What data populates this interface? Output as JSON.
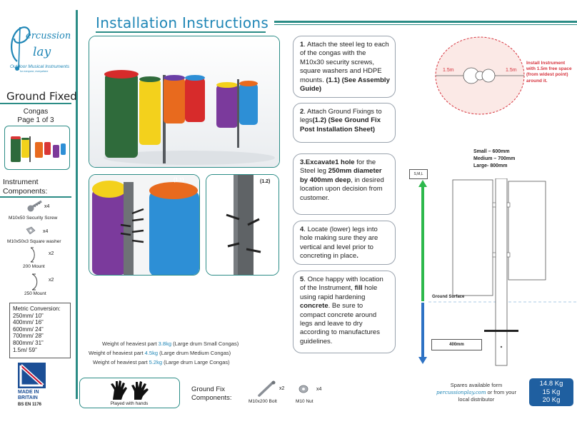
{
  "header": {
    "title": "Installation Instructions"
  },
  "brand": {
    "logo_word_top": "ercussion",
    "logo_word_bottom": "lay",
    "logo_subtitle": "Outdoor Musical Instruments",
    "logo_tagline": "for everyone, everywhere"
  },
  "product": {
    "type": "Ground Fixed",
    "name": "Congas",
    "page": "Page 1 of 3"
  },
  "components": {
    "title_line1": "Instrument",
    "title_line2": "Components:",
    "items": [
      {
        "label": "M10x50 Security Screw",
        "qty": "x4"
      },
      {
        "label": "M10x50x3 Square washer",
        "qty": "x4"
      },
      {
        "label": "200 Mount",
        "qty": "x2"
      },
      {
        "label": "250 Mount",
        "qty": "x2"
      }
    ]
  },
  "metric": {
    "title": "Metric Conversion:",
    "rows": [
      "250mm/ 10”",
      "400mm/ 16”",
      "600mm/ 24”",
      "700mm/ 28”",
      "800mm/ 31”",
      "1.5m/ 59”"
    ]
  },
  "badge": {
    "made_in": "MADE IN",
    "britain": "BRITAIN",
    "standard": "BS EN 1176"
  },
  "figures": {
    "tag_1_1": "(1.1)",
    "tag_1_2": "(1.2)"
  },
  "weights": [
    {
      "prefix": "Weight of heaviest part ",
      "value": "3.8kg",
      "suffix": " (Large drum Small Congas)"
    },
    {
      "prefix": "Weight of heaviest part ",
      "value": "4.5kg",
      "suffix": " (Large drum Medium Congas)"
    },
    {
      "prefix": "Weight of heaviest part ",
      "value": "5.2kg",
      "suffix": " (Large drum Large Congas)"
    }
  ],
  "steps": {
    "s1": {
      "num": "1",
      "text": ". Attach the steel leg to each of the congas with the M10x30 security screws, square washers and HDPE mounts. ",
      "bold": "(1.1) (See Assembly Guide)"
    },
    "s2": {
      "num": "2",
      "text": ". Attach Ground Fixings  to legs",
      "bold": "(1.2) (See Ground Fix Post Installation Sheet)"
    },
    "s3": {
      "num": "3",
      "bold1": ".Excavate1 hole",
      "text1": " for the Steel leg ",
      "bold2": "250mm diameter by 400mm deep",
      "text2": ", in desired location upon decision from customer."
    },
    "s4": {
      "num": "4",
      "text1": ". Locate (lower) legs into hole making sure they are vertical and level prior to concreting in place",
      "bold": "."
    },
    "s5": {
      "num": "5",
      "text1": ". Once happy with location of the Instrument, ",
      "bold1": "fill",
      "text2": " hole using rapid hardening ",
      "bold2": "concrete",
      "text3": ". Be sure to compact concrete around legs and leave to dry according to manufactures guidelines."
    }
  },
  "diagram": {
    "sizes": [
      "Small – 600mm",
      "Medium – 700mm",
      "Large- 800mm"
    ],
    "sml": "S,M,L",
    "ground_surface": "Ground Surface",
    "depth": "400mm"
  },
  "clearance": {
    "left": "1.5m",
    "right": "1.5m",
    "note": [
      "Install Instrument",
      "with 1.5m free space",
      "(from widest point)",
      "around it."
    ]
  },
  "bottom": {
    "played_with": "Played with hands",
    "ground_fix_line1": "Ground Fix",
    "ground_fix_line2": "Components:",
    "bolt_label": "M10x200 Bolt",
    "bolt_qty": "x2",
    "nut_label": "M10 Nut",
    "nut_qty": "x4",
    "spares_line1": "Spares available form",
    "spares_url": "percussionplay.com",
    "spares_line2": " or from your",
    "spares_line3": "local distributor",
    "kg": [
      "14.8 Kg",
      "15 Kg",
      "20 Kg"
    ]
  },
  "colors": {
    "teal": "#2b8c86",
    "blue": "#1f86b6",
    "red": "#d6333d",
    "navy": "#1c4f96",
    "green_arrow": "#2db84c",
    "blue_arrow": "#2d72c4"
  }
}
